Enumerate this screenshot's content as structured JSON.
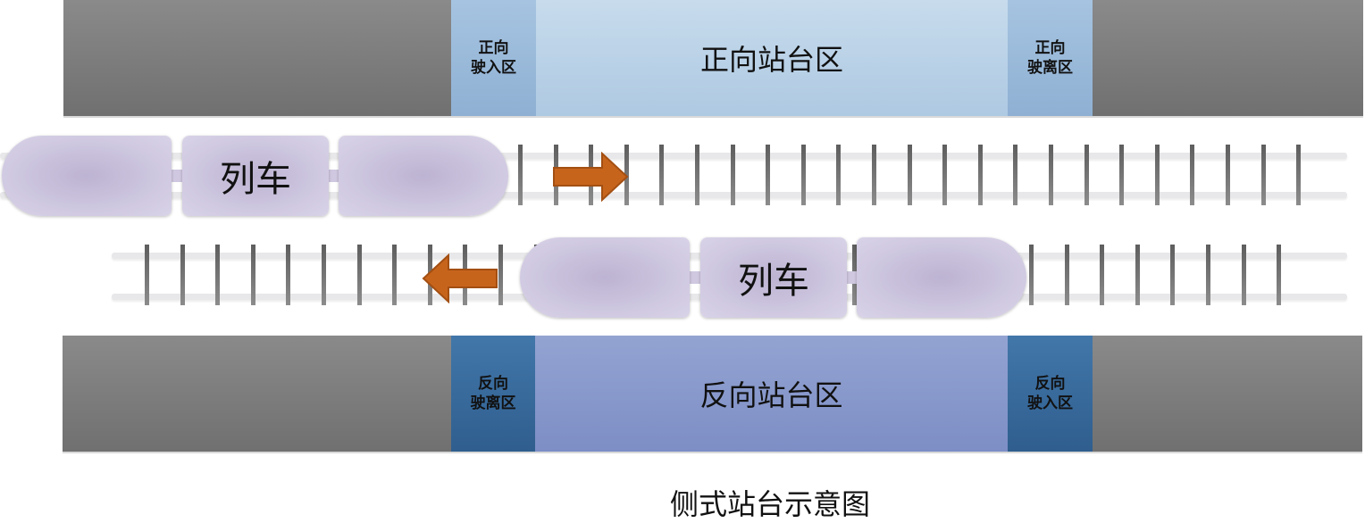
{
  "platforms": {
    "forward": {
      "entry_zone": [
        "正向",
        "驶入区"
      ],
      "main_zone": "正向站台区",
      "exit_zone": [
        "正向",
        "驶离区"
      ]
    },
    "reverse": {
      "exit_zone": [
        "反向",
        "驶离区"
      ],
      "main_zone": "反向站台区",
      "entry_zone": [
        "反向",
        "驶入区"
      ]
    }
  },
  "trains": {
    "upper": {
      "label": "列车",
      "direction": "right"
    },
    "lower": {
      "label": "列车",
      "direction": "left"
    }
  },
  "caption": "侧式站台示意图",
  "colors": {
    "side_block": "#7a7a7a",
    "forward_small_zone": "#97b8d8",
    "forward_main_zone": "#bcd2e6",
    "reverse_small_zone": "#3a6a9a",
    "reverse_main_zone": "#8596c8",
    "arrow": "#c7641c",
    "train": "#cdc6df"
  }
}
